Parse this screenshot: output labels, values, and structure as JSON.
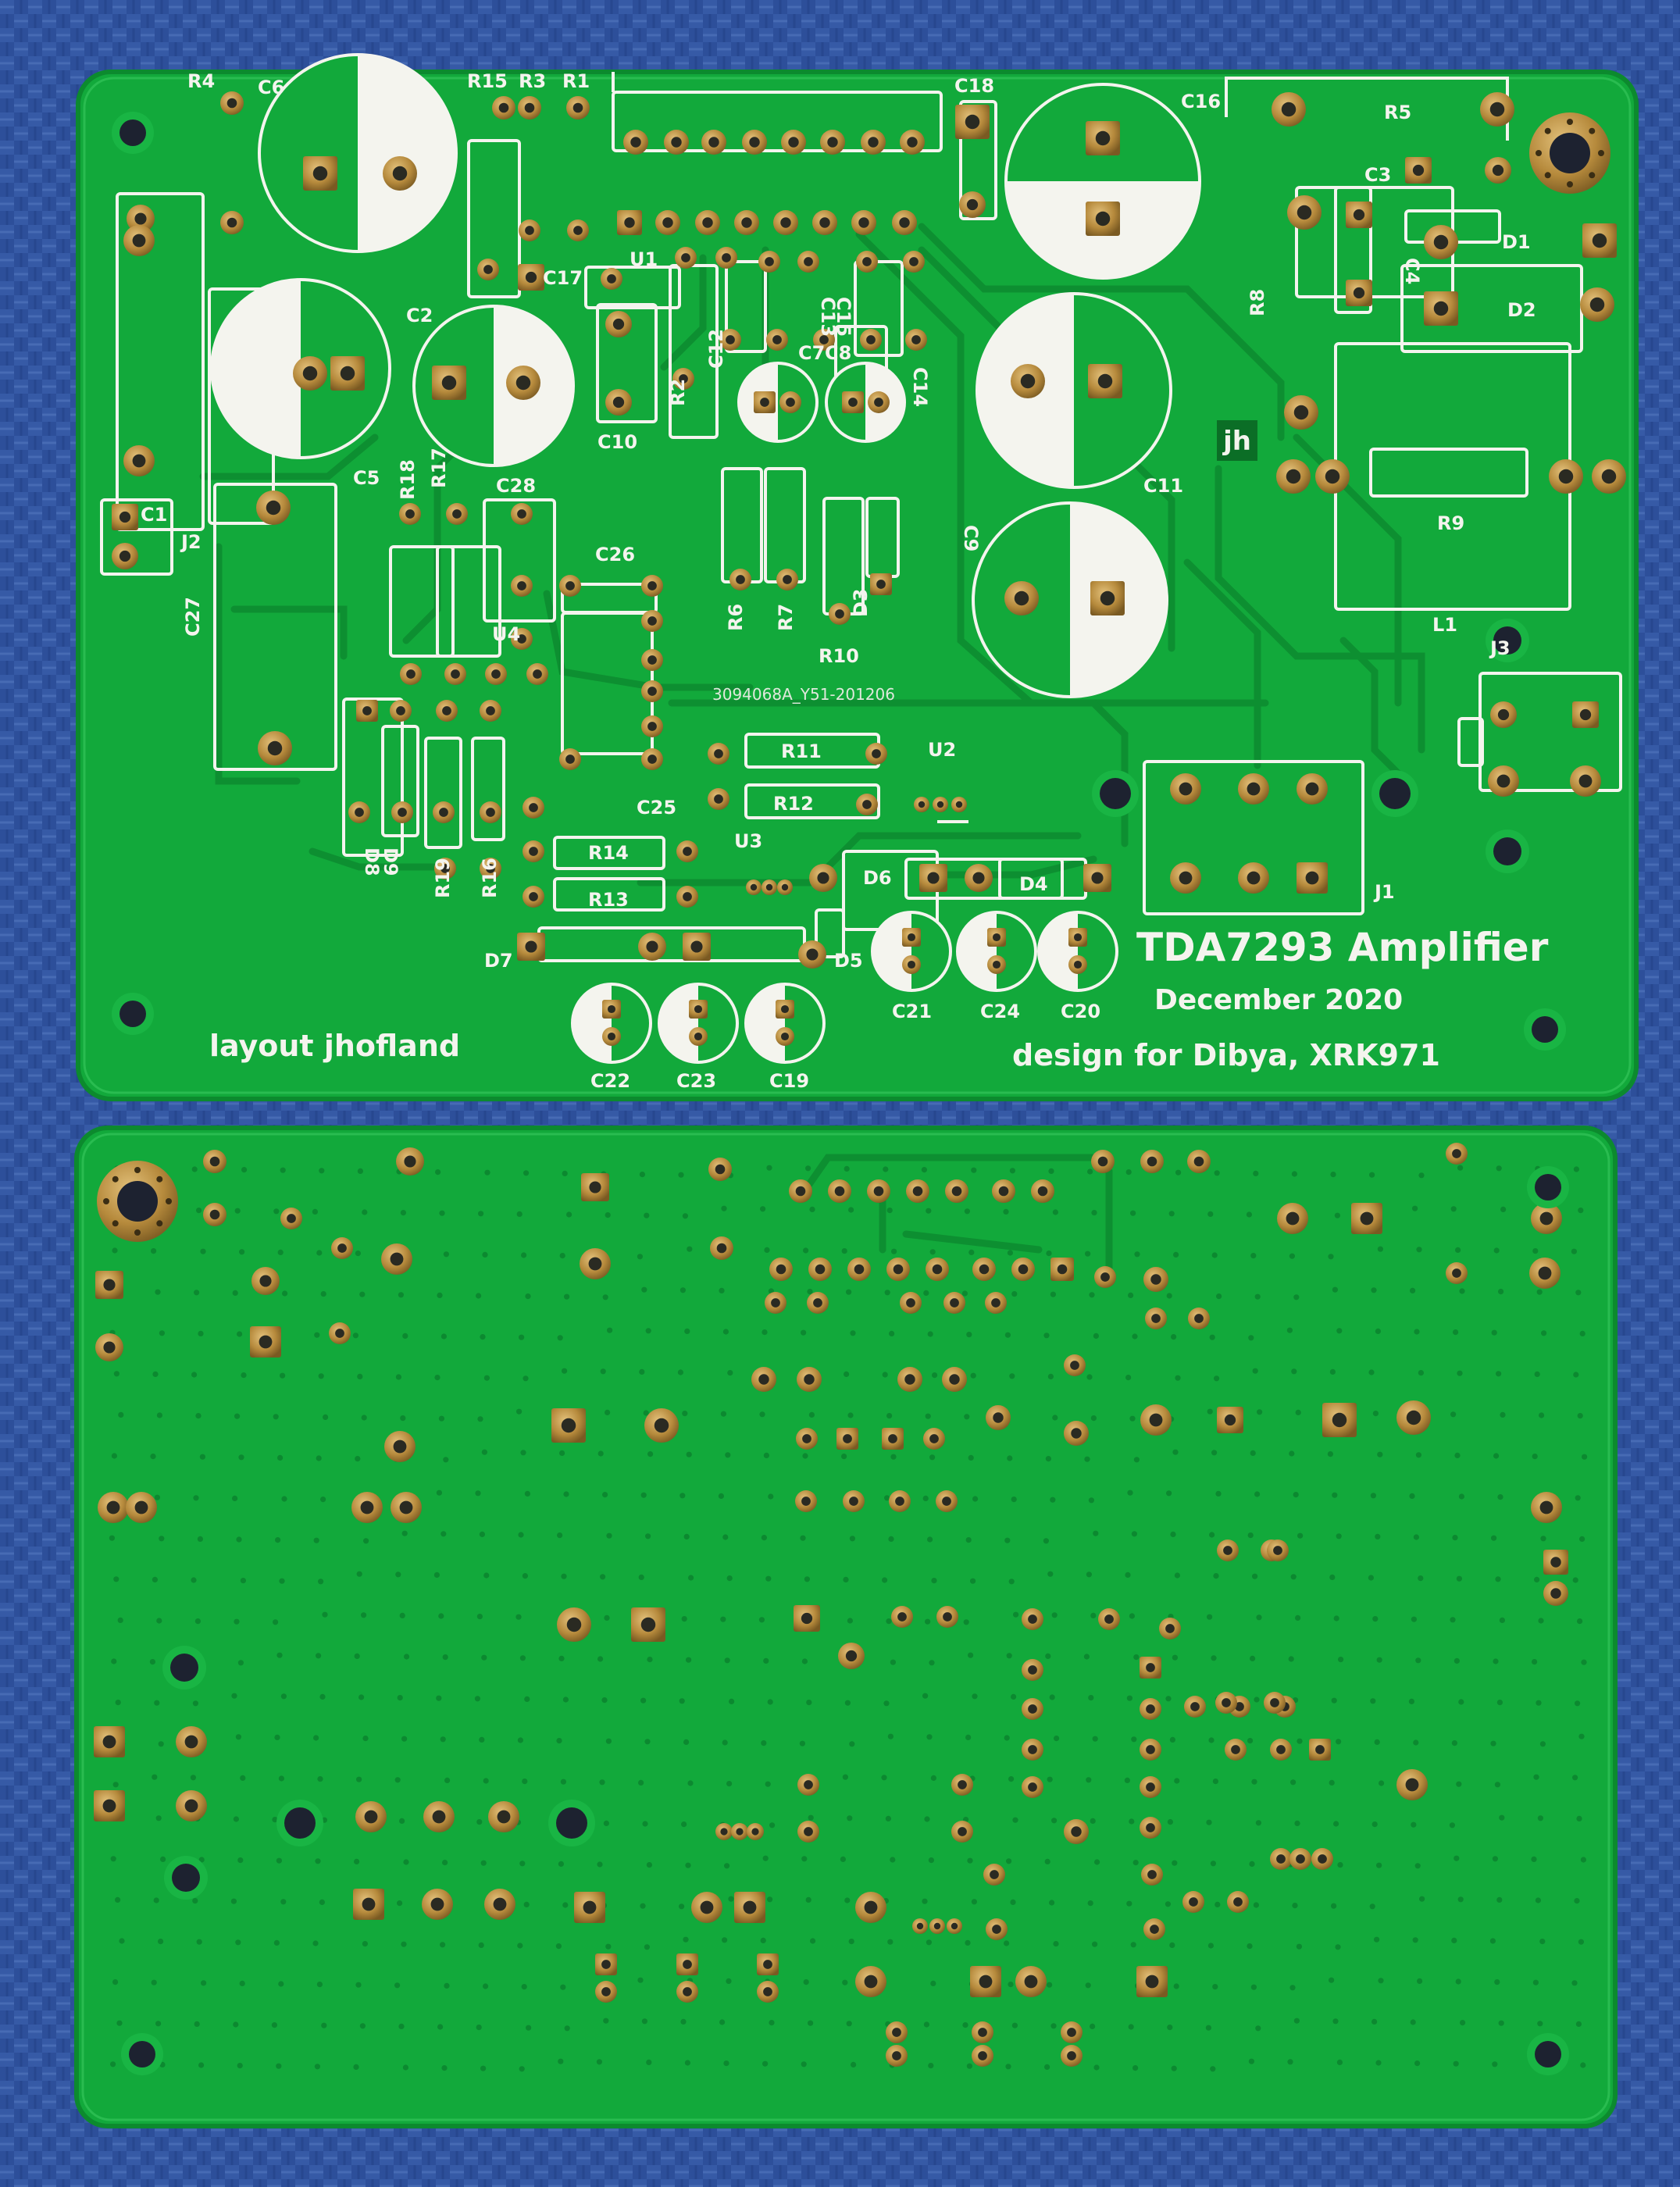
{
  "scene": {
    "background": "blue woven fabric",
    "colors": {
      "fabric": "#2d4f9a",
      "board": "#12a93b",
      "copper": "#b68a3c",
      "silk": "#f4f4ee"
    }
  },
  "boards": {
    "top": {
      "title": "TDA7293 Amplifier",
      "date": "December 2020",
      "credit": "design for Dibya, XRK971",
      "layout_credit": "layout jhofland",
      "logo": "jh",
      "order_code": "3094068A_Y51-201206",
      "labels": [
        {
          "id": "R4",
          "text": "R4"
        },
        {
          "id": "C6",
          "text": "C6"
        },
        {
          "id": "R15",
          "text": "R15"
        },
        {
          "id": "R3",
          "text": "R3"
        },
        {
          "id": "R1",
          "text": "R1"
        },
        {
          "id": "C18",
          "text": "C18"
        },
        {
          "id": "C16",
          "text": "C16"
        },
        {
          "id": "R5",
          "text": "R5"
        },
        {
          "id": "C3",
          "text": "C3"
        },
        {
          "id": "C4",
          "text": "C4"
        },
        {
          "id": "D1",
          "text": "D1"
        },
        {
          "id": "D2",
          "text": "D2"
        },
        {
          "id": "R8",
          "text": "R8"
        },
        {
          "id": "C17",
          "text": "C17"
        },
        {
          "id": "U1",
          "text": "U1"
        },
        {
          "id": "C13",
          "text": "C13"
        },
        {
          "id": "C15",
          "text": "C15"
        },
        {
          "id": "C2",
          "text": "C2"
        },
        {
          "id": "C7",
          "text": "C7"
        },
        {
          "id": "C8",
          "text": "C8"
        },
        {
          "id": "C14",
          "text": "C14"
        },
        {
          "id": "C12",
          "text": "C12"
        },
        {
          "id": "R2",
          "text": "R2"
        },
        {
          "id": "C10",
          "text": "C10"
        },
        {
          "id": "C5",
          "text": "C5"
        },
        {
          "id": "R18",
          "text": "R18"
        },
        {
          "id": "R17",
          "text": "R17"
        },
        {
          "id": "C28",
          "text": "C28"
        },
        {
          "id": "C11",
          "text": "C11"
        },
        {
          "id": "R9",
          "text": "R9"
        },
        {
          "id": "C1",
          "text": "C1"
        },
        {
          "id": "J2",
          "text": "J2"
        },
        {
          "id": "C9",
          "text": "C9"
        },
        {
          "id": "C26",
          "text": "C26"
        },
        {
          "id": "C27",
          "text": "C27"
        },
        {
          "id": "U4",
          "text": "U4"
        },
        {
          "id": "R6",
          "text": "R6"
        },
        {
          "id": "R7",
          "text": "R7"
        },
        {
          "id": "D3",
          "text": "D3"
        },
        {
          "id": "R10",
          "text": "R10"
        },
        {
          "id": "L1",
          "text": "L1"
        },
        {
          "id": "J3",
          "text": "J3"
        },
        {
          "id": "R11",
          "text": "R11"
        },
        {
          "id": "U2",
          "text": "U2"
        },
        {
          "id": "R12",
          "text": "R12"
        },
        {
          "id": "C25",
          "text": "C25"
        },
        {
          "id": "D8",
          "text": "D8"
        },
        {
          "id": "D9",
          "text": "D9"
        },
        {
          "id": "R14",
          "text": "R14"
        },
        {
          "id": "U3",
          "text": "U3"
        },
        {
          "id": "D6",
          "text": "D6"
        },
        {
          "id": "D4",
          "text": "D4"
        },
        {
          "id": "J1",
          "text": "J1"
        },
        {
          "id": "R19",
          "text": "R19"
        },
        {
          "id": "R16",
          "text": "R16"
        },
        {
          "id": "R13",
          "text": "R13"
        },
        {
          "id": "D7",
          "text": "D7"
        },
        {
          "id": "D5",
          "text": "D5"
        },
        {
          "id": "C21",
          "text": "C21"
        },
        {
          "id": "C24",
          "text": "C24"
        },
        {
          "id": "C20",
          "text": "C20"
        },
        {
          "id": "C22",
          "text": "C22"
        },
        {
          "id": "C23",
          "text": "C23"
        },
        {
          "id": "C19",
          "text": "C19"
        }
      ]
    },
    "bottom": {
      "side": "solder side (no silkscreen)"
    }
  }
}
